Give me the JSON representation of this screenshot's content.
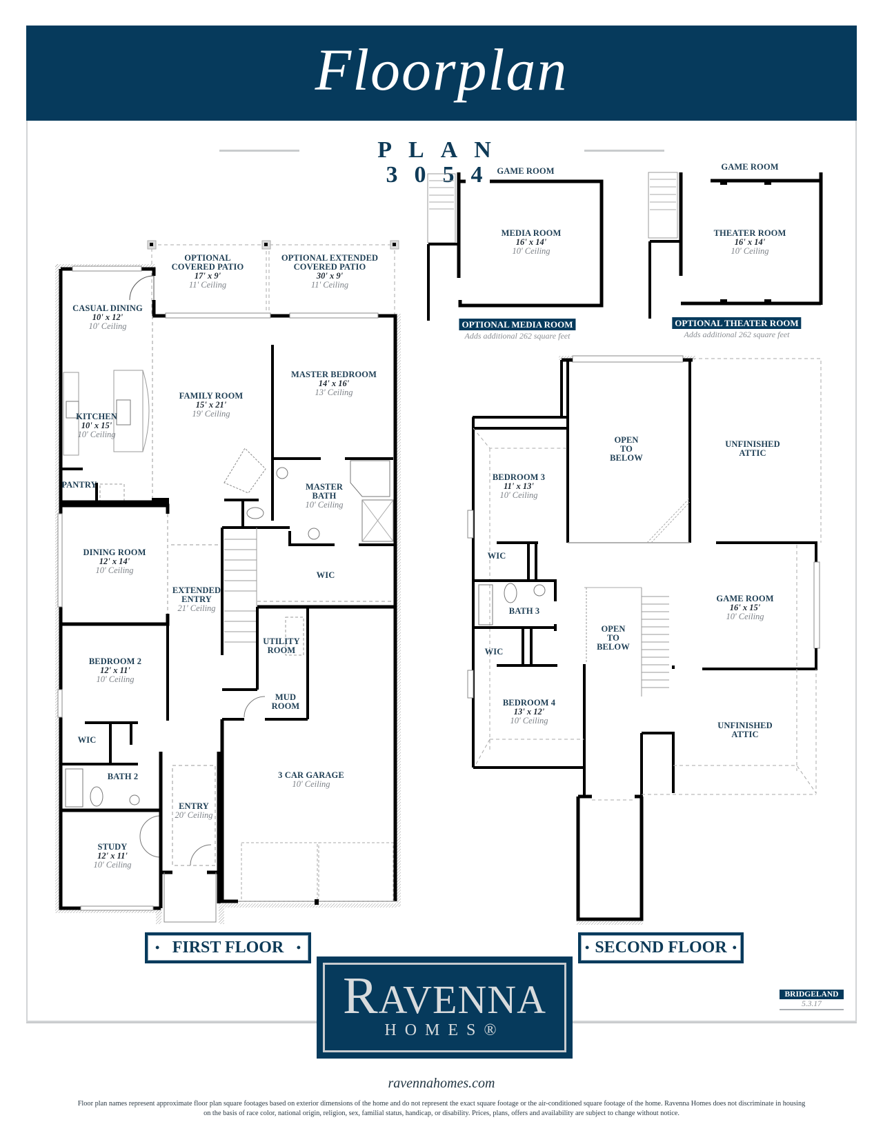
{
  "header": {
    "title": "Floorplan",
    "plan_label": "PLAN 3054"
  },
  "colors": {
    "brand_navy": "#063a5c",
    "room_name": "#1f3f55",
    "ceiling_gray": "#7d8288",
    "rule_gray": "#c9cbcd"
  },
  "first_floor": {
    "label": "FIRST FLOOR",
    "rooms": [
      {
        "name": "OPTIONAL",
        "name2": "COVERED PATIO",
        "dims": "17' x 9'",
        "ceiling": "11' Ceiling"
      },
      {
        "name": "OPTIONAL EXTENDED",
        "name2": "COVERED PATIO",
        "dims": "30' x 9'",
        "ceiling": "11' Ceiling"
      },
      {
        "name": "CASUAL DINING",
        "dims": "10' x 12'",
        "ceiling": "10' Ceiling"
      },
      {
        "name": "KITCHEN",
        "dims": "10' x 15'",
        "ceiling": "10' Ceiling"
      },
      {
        "name": "FAMILY ROOM",
        "dims": "15' x 21'",
        "ceiling": "19' Ceiling"
      },
      {
        "name": "MASTER BEDROOM",
        "dims": "14' x 16'",
        "ceiling": "13' Ceiling"
      },
      {
        "name": "PANTRY"
      },
      {
        "name": "MASTER",
        "name2": "BATH",
        "ceiling": "10' Ceiling"
      },
      {
        "name": "DINING ROOM",
        "dims": "12' x 14'",
        "ceiling": "10' Ceiling"
      },
      {
        "name": "WIC"
      },
      {
        "name": "EXTENDED",
        "name2": "ENTRY",
        "ceiling": "21' Ceiling"
      },
      {
        "name": "BEDROOM 2",
        "dims": "12' x 11'",
        "ceiling": "10' Ceiling"
      },
      {
        "name": "UTILITY",
        "name2": "ROOM"
      },
      {
        "name": "MUD",
        "name2": "ROOM"
      },
      {
        "name": "WIC"
      },
      {
        "name": "BATH 2"
      },
      {
        "name": "3 CAR GARAGE",
        "ceiling": "10' Ceiling"
      },
      {
        "name": "ENTRY",
        "ceiling": "20' Ceiling"
      },
      {
        "name": "STUDY",
        "dims": "12' x 11'",
        "ceiling": "10' Ceiling"
      }
    ]
  },
  "optional_rooms": [
    {
      "top_label": "GAME ROOM",
      "name": "MEDIA ROOM",
      "dims": "16' x 14'",
      "ceiling": "10' Ceiling",
      "tag": "OPTIONAL MEDIA ROOM",
      "note": "Adds additional 262 square feet"
    },
    {
      "top_label": "GAME ROOM",
      "name": "THEATER ROOM",
      "dims": "16' x 14'",
      "ceiling": "10' Ceiling",
      "tag": "OPTIONAL THEATER ROOM",
      "note": "Adds additional 262 square feet"
    }
  ],
  "second_floor": {
    "label": "SECOND FLOOR",
    "rooms": [
      {
        "name": "OPEN",
        "name2": "TO",
        "name3": "BELOW"
      },
      {
        "name": "UNFINISHED",
        "name2": "ATTIC"
      },
      {
        "name": "BEDROOM 3",
        "dims": "11' x 13'",
        "ceiling": "10' Ceiling"
      },
      {
        "name": "WIC"
      },
      {
        "name": "BATH 3"
      },
      {
        "name": "GAME ROOM",
        "dims": "16' x 15'",
        "ceiling": "10' Ceiling"
      },
      {
        "name": "OPEN",
        "name2": "TO",
        "name3": "BELOW"
      },
      {
        "name": "WIC"
      },
      {
        "name": "BEDROOM 4",
        "dims": "13' x 12'",
        "ceiling": "10' Ceiling"
      },
      {
        "name": "UNFINISHED",
        "name2": "ATTIC"
      }
    ]
  },
  "logo": {
    "brand_initial": "R",
    "brand_rest": "AVENNA",
    "sub": "HOMES®"
  },
  "community": {
    "name": "BRIDGELAND",
    "date": "5.3.17"
  },
  "footer": {
    "website": "ravennahomes.com",
    "disclaimer": "Floor plan names represent approximate floor plan square footages based on exterior dimensions of the home and do not represent the exact square footage or the air-conditioned square footage of the home.  Ravenna Homes does not discriminate in housing on the basis of race color, national origin, religion, sex, familial status, handicap, or disability.  Prices, plans, offers and availability are subject to change without notice."
  }
}
